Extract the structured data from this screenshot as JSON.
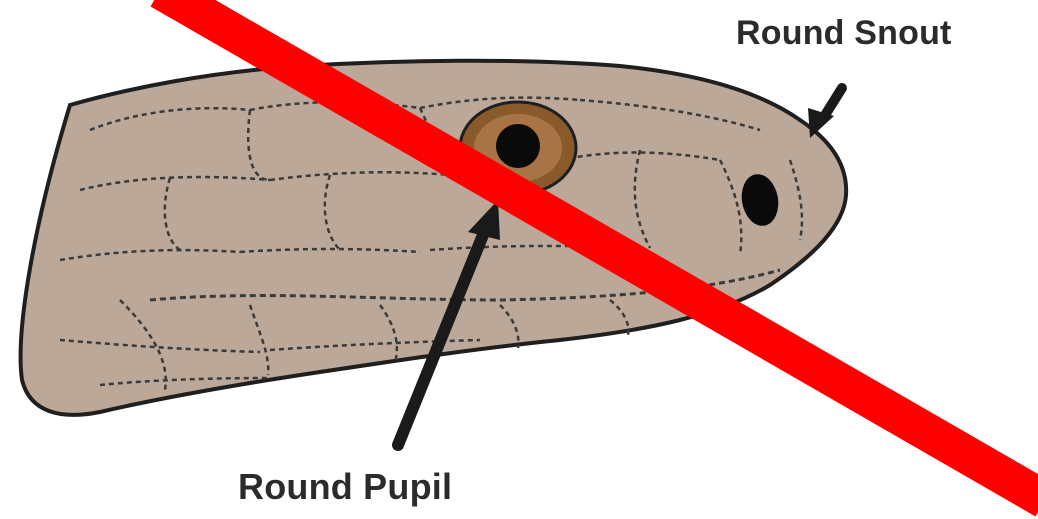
{
  "labels": {
    "round_snout": "Round Snout",
    "round_pupil": "Round Pupil"
  },
  "colors": {
    "head_fill": "#bba898",
    "outline": "#1f1f1f",
    "scale_lines": "#3a3a3a",
    "eye_ring": "#8a5a2b",
    "pupil": "#0a0a0a",
    "arrow": "#1a1a1a",
    "cross_line": "#ff0000"
  },
  "icons": {
    "cross_line": "red-diagonal-strike"
  }
}
